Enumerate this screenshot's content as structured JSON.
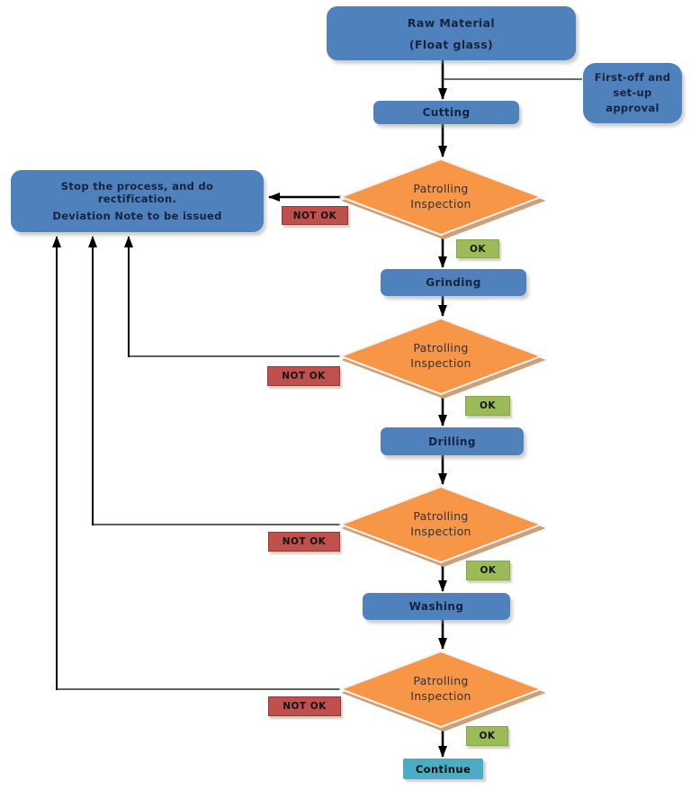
{
  "diagram": {
    "type": "flowchart",
    "background": "#ffffff",
    "colors": {
      "process_box_blue": "#4f81bd",
      "decision_diamond_orange": "#f79646",
      "diamond_shadow_tan": "#cda07a",
      "not_ok_badge_red": "#c0504d",
      "ok_badge_green": "#9bbb59",
      "continue_box_cyan": "#4bacc6",
      "connector_black": "#000000"
    },
    "nodes": {
      "raw_material": {
        "title": "Raw Material",
        "subtitle": "(Float glass)"
      },
      "first_off": {
        "label": "First-off and set-up approval"
      },
      "stop": {
        "line1": "Stop the process, and do rectification.",
        "line2": "Deviation Note to be issued"
      },
      "cutting": {
        "label": "Cutting"
      },
      "grinding": {
        "label": "Grinding"
      },
      "drilling": {
        "label": "Drilling"
      },
      "washing": {
        "label": "Washing"
      },
      "continue": {
        "label": "Continue"
      }
    },
    "decisions": [
      {
        "label": "Patrolling Inspection"
      },
      {
        "label": "Patrolling Inspection"
      },
      {
        "label": "Patrolling Inspection"
      },
      {
        "label": "Patrolling Inspection"
      }
    ],
    "edge_labels": {
      "ok": "OK",
      "not_ok": "NOT OK"
    }
  }
}
